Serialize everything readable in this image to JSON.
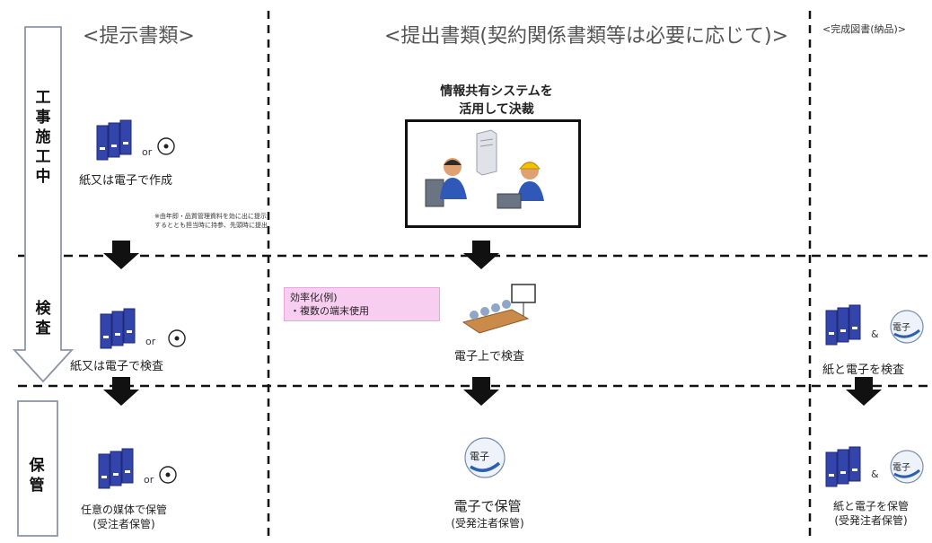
{
  "headers": {
    "present_docs": "<提示書類>",
    "submit_docs": "<提出書類(契約関係書類等は必要に応じて)>",
    "final_docs": "<完成図書(納品)>"
  },
  "phases": {
    "construction": "工事施工中",
    "inspection": "検査",
    "storage": "保管"
  },
  "construction": {
    "present_caption": "紙又は電子で作成",
    "present_or": "or",
    "note": "※由年即・品質管理資料を効に出に提示するととも担当時に持参、先頭時に提出",
    "submit_title_line1": "情報共有システムを",
    "submit_title_line2": "活用して決裁"
  },
  "inspection": {
    "present_caption": "紙又は電子で検査",
    "present_or": "or",
    "efficiency_line1": "効率化(例)",
    "efficiency_line2": "・複数の端末使用",
    "submit_caption": "電子上で検査",
    "final_disc_label": "電子",
    "final_amp": "&",
    "final_caption": "紙と電子を検査"
  },
  "storage": {
    "present_or": "or",
    "present_caption_line1": "任意の媒体で保管",
    "present_caption_line2": "(受注者保管)",
    "submit_disc_label": "電子",
    "submit_caption_line1": "電子で保管",
    "submit_caption_line2": "(受発注者保管)",
    "final_disc_label": "電子",
    "final_amp": "&",
    "final_caption_line1": "紙と電子を保管",
    "final_caption_line2": "(受発注者保管)"
  },
  "colors": {
    "binder_blue": "#3344aa",
    "binder_dark": "#1f2a7a",
    "arrow_black": "#111111",
    "pink_box": "#f7cdf0",
    "disc_blue": "#2c5fb0"
  },
  "icons": [
    "binder-icon",
    "disc-icon",
    "server-icon",
    "worker-icon",
    "meeting-icon",
    "down-arrow-icon"
  ]
}
